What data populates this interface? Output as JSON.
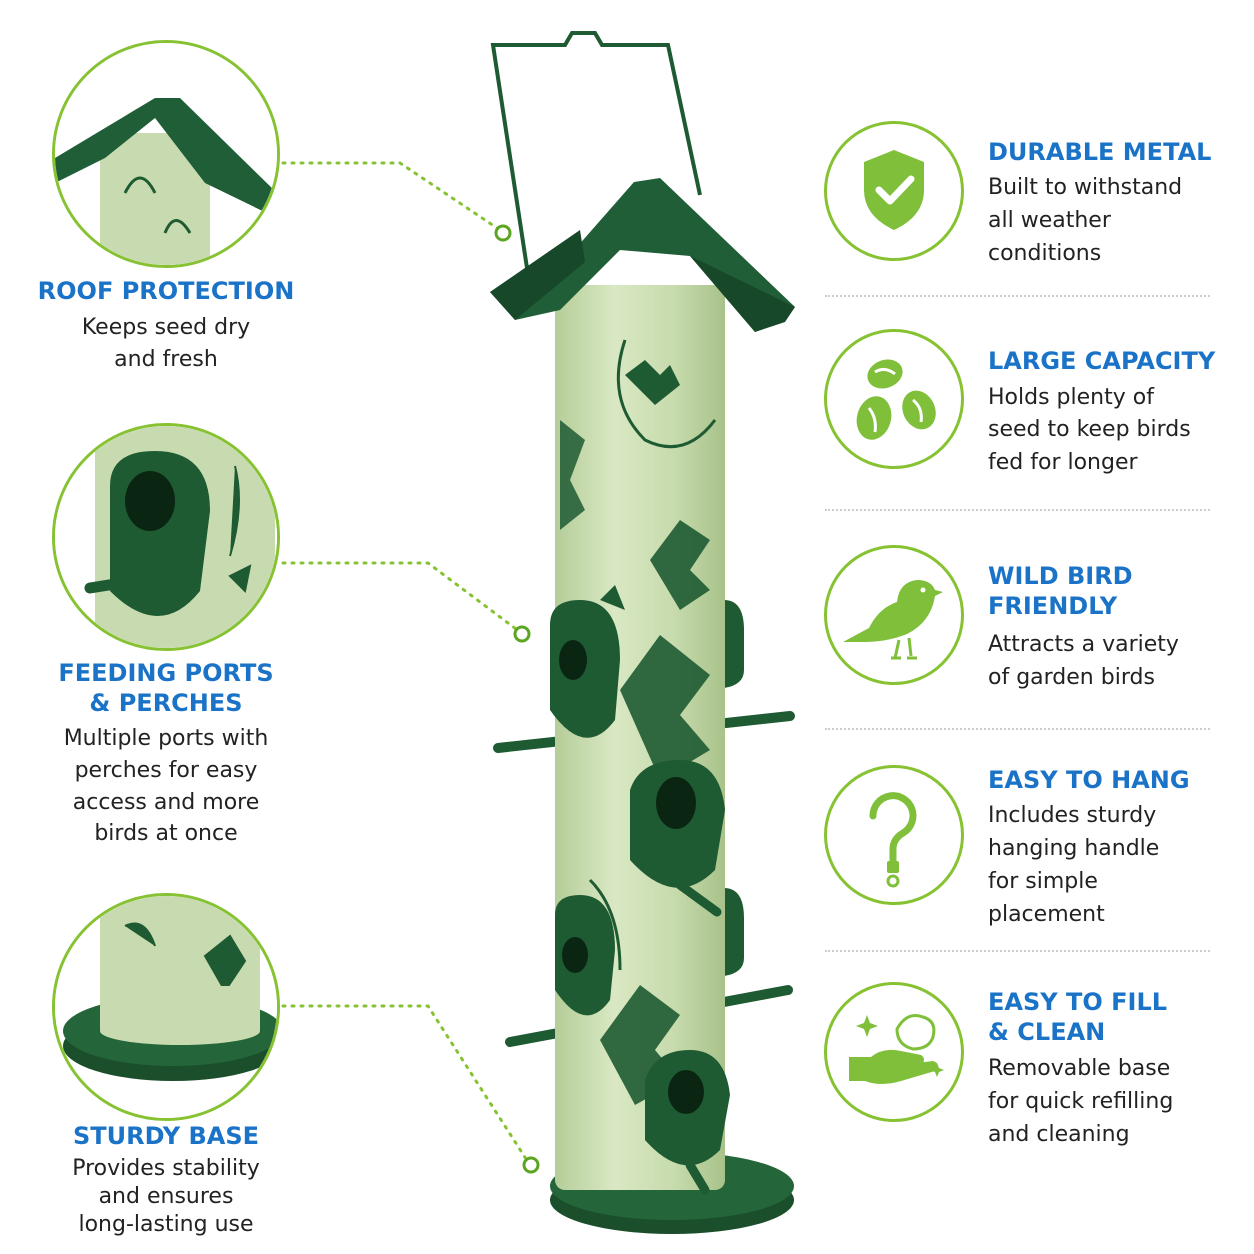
{
  "left_features": [
    {
      "heading": "ROOF PROTECTION",
      "body": [
        "Keeps seed dry",
        "and fresh"
      ]
    },
    {
      "heading": [
        "FEEDING PORTS",
        "& PERCHES"
      ],
      "body": [
        "Multiple ports with",
        "perches for easy",
        "access and more",
        "birds at once"
      ]
    },
    {
      "heading": "STURDY BASE",
      "body": [
        "Provides stability",
        "and ensures",
        "long-lasting use"
      ]
    }
  ],
  "right_features": [
    {
      "icon": "shield-check-icon",
      "heading": [
        "DURABLE METAL"
      ],
      "body": [
        "Built to withstand",
        "all weather",
        "conditions"
      ]
    },
    {
      "icon": "seeds-icon",
      "heading": [
        "LARGE CAPACITY"
      ],
      "body": [
        "Holds plenty of",
        "seed to keep birds",
        "fed for longer"
      ]
    },
    {
      "icon": "bird-icon",
      "heading": [
        "WILD BIRD",
        "FRIENDLY"
      ],
      "body": [
        "Attracts a variety",
        "of garden birds"
      ]
    },
    {
      "icon": "hook-icon",
      "heading": [
        "EASY TO HANG"
      ],
      "body": [
        "Includes sturdy",
        "hanging handle",
        "for simple",
        "placement"
      ]
    },
    {
      "icon": "hand-clean-icon",
      "heading": [
        "EASY TO FILL",
        "& CLEAN"
      ],
      "body": [
        "Removable base",
        "for quick refilling",
        "and cleaning"
      ]
    }
  ],
  "colors": {
    "accent_green": "#86c232",
    "heading_blue": "#1a73c7",
    "feeder_dark": "#1e5a32",
    "feeder_light": "#c9dcb0"
  }
}
